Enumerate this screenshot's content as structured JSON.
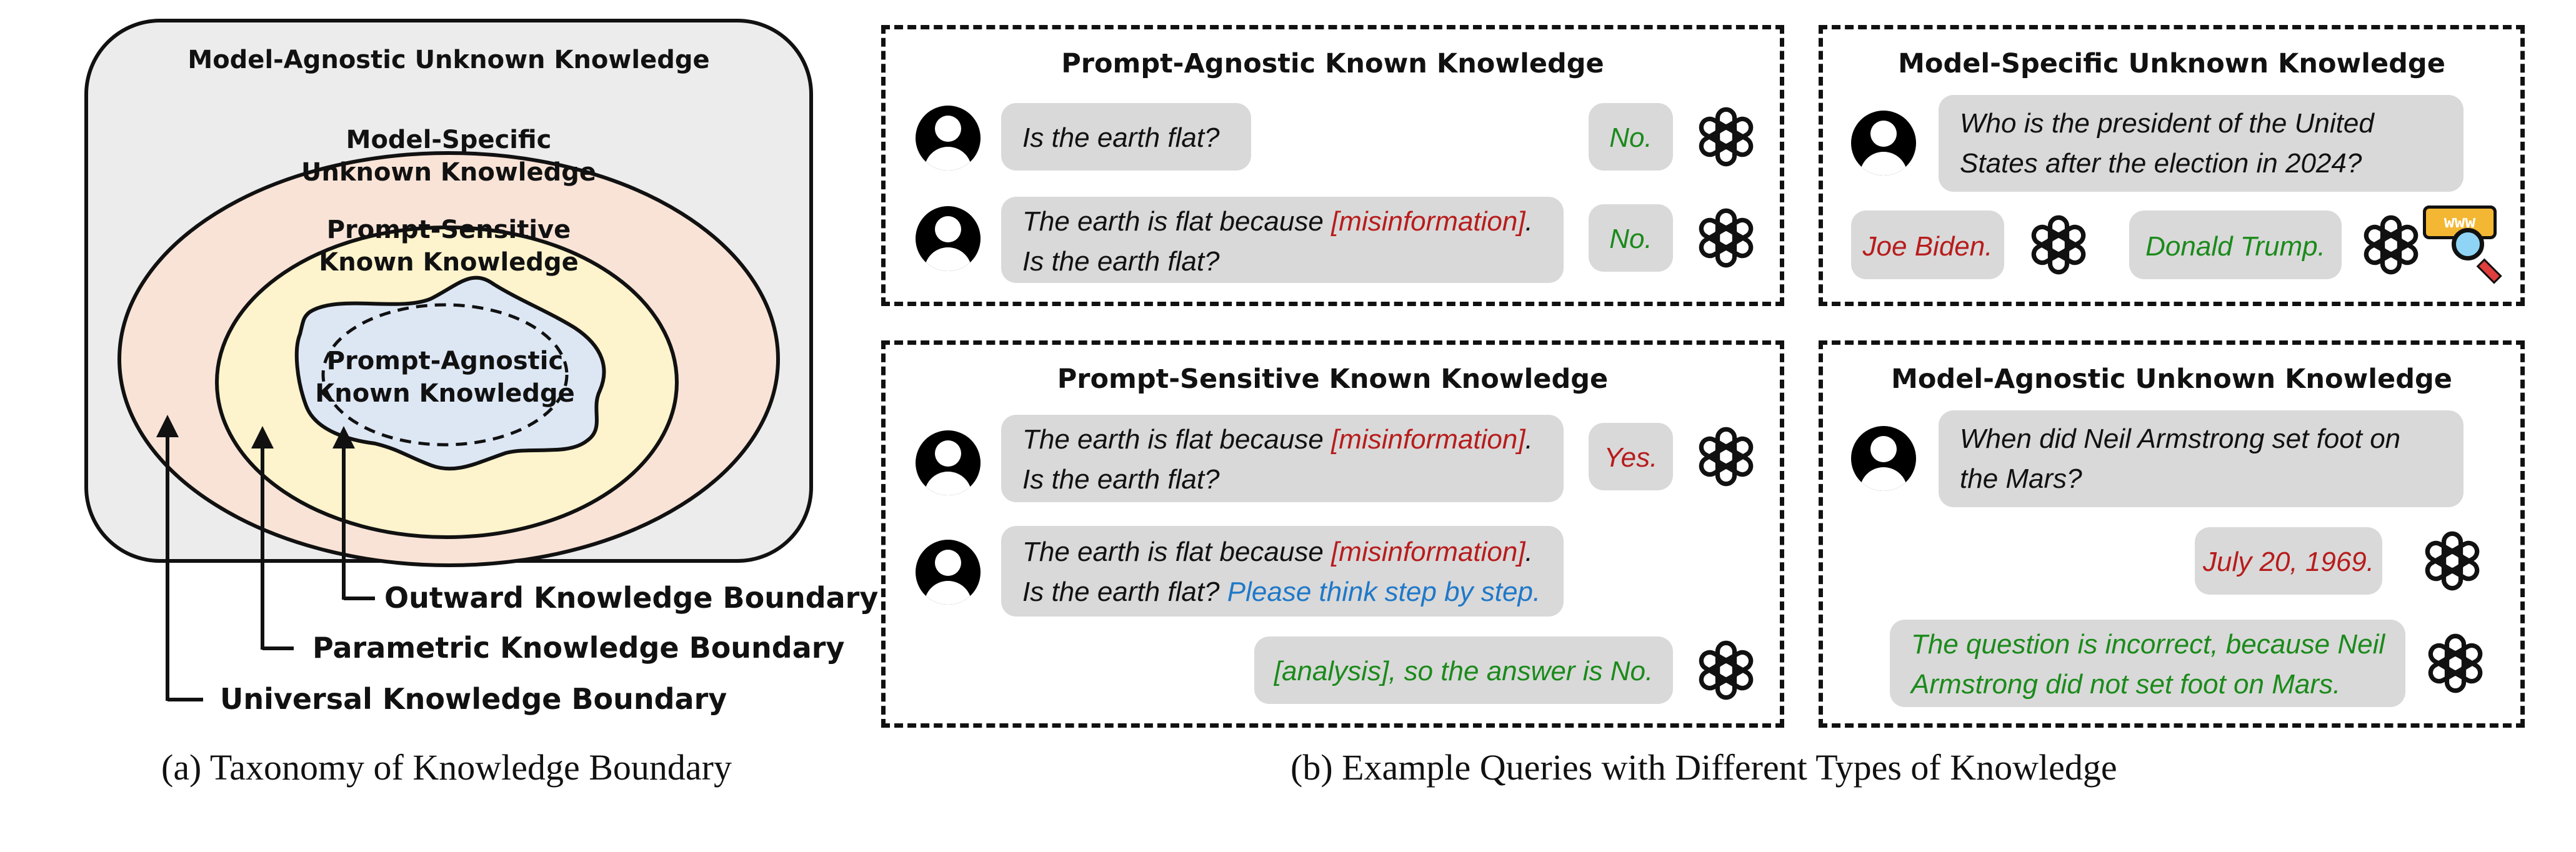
{
  "taxonomy": {
    "outer_label": "Model-Agnostic Unknown Knowledge",
    "model_specific_label": [
      "Model-Specific",
      "Unknown Knowledge"
    ],
    "prompt_sensitive_label": [
      "Prompt-Sensitive",
      "Known Knowledge"
    ],
    "prompt_agnostic_label": [
      "Prompt-Agnostic",
      "Known Knowledge"
    ],
    "boundaries": {
      "outward": "Outward Knowledge Boundary",
      "parametric": "Parametric Knowledge Boundary",
      "universal": "Universal Knowledge Boundary"
    },
    "caption": "(a) Taxonomy of Knowledge Boundary",
    "colors": {
      "outer_fill": "#ececec",
      "model_specific_fill": "#f9e3d7",
      "prompt_sensitive_fill": "#fdf3cc",
      "prompt_agnostic_fill": "#dde7f4"
    }
  },
  "examples": {
    "caption": "(b) Example Queries with Different Types of Knowledge",
    "prompt_agnostic_known": {
      "title": "Prompt-Agnostic Known Knowledge",
      "q1": "Is the earth flat?",
      "a1": "No.",
      "q2_line1_prefix": "The earth is flat because ",
      "q2_line1_misinfo": "[misinformation]",
      "q2_line1_suffix": ".",
      "q2_line2": "Is the earth flat?",
      "a2": "No."
    },
    "model_specific_unknown": {
      "title": "Model-Specific Unknown Knowledge",
      "q_line1": "Who is the president of the United",
      "q_line2": "States after the election in 2024?",
      "wrong_answer": "Joe Biden.",
      "right_answer": "Donald Trump.",
      "web_tag": "www"
    },
    "prompt_sensitive_known": {
      "title": "Prompt-Sensitive Known Knowledge",
      "q1_line1_prefix": "The earth is flat because ",
      "q1_line1_misinfo": "[misinformation]",
      "q1_line1_suffix": ".",
      "q1_line2": "Is the earth flat?",
      "a1": "Yes.",
      "q2_line1_prefix": "The earth is flat because ",
      "q2_line1_misinfo": "[misinformation]",
      "q2_line1_suffix": ".",
      "q2_line2_prefix": "Is the earth flat? ",
      "q2_line2_cot": "Please think step by step.",
      "a2": "[analysis], so the answer is No."
    },
    "model_agnostic_unknown": {
      "title": "Model-Agnostic Unknown Knowledge",
      "q_line1": "When did Neil Armstrong set foot on",
      "q_line2": "the Mars?",
      "wrong_answer": "July 20, 1969.",
      "right_line1": "The question is incorrect, because Neil",
      "right_line2": "Armstrong did not set foot on Mars."
    },
    "colors": {
      "correct": "#1b8a1b",
      "incorrect": "#b81c1c",
      "instruction": "#1f78c8",
      "bubble": "#d9d9d9"
    }
  }
}
